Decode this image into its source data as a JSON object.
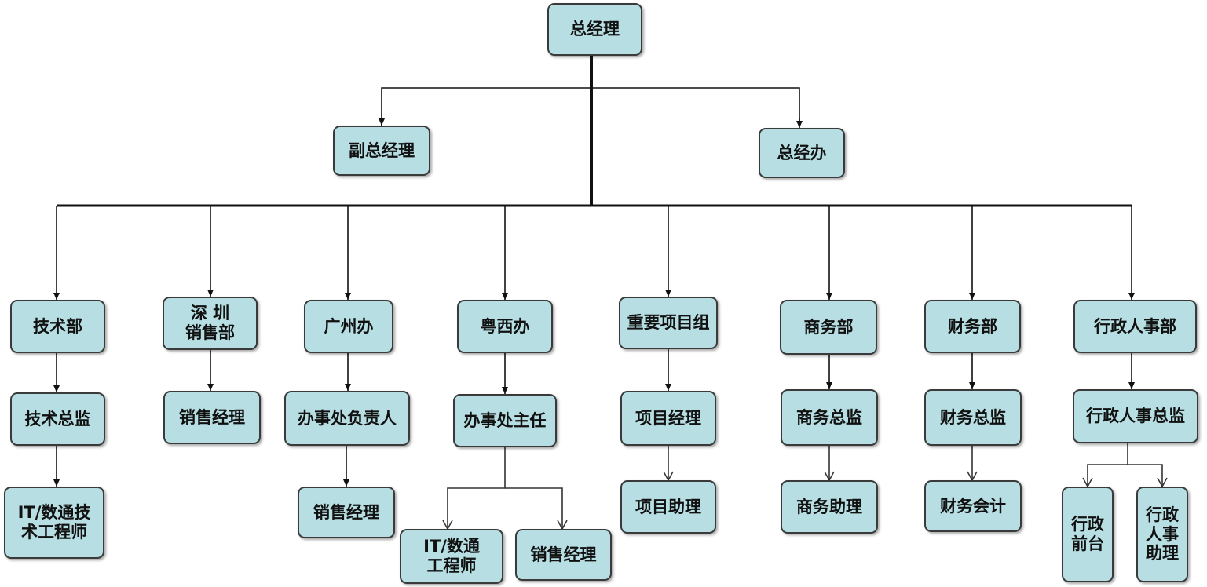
{
  "nodes": {
    "gm": "总经理",
    "deputy_gm": "副总经理",
    "gm_office": "总经办",
    "tech_dept": "技术部",
    "shenzhen_sales": "深  圳\n销售部",
    "guangzhou_office": "广州办",
    "yuexi_office": "粤西办",
    "key_project_group": "重要项目组",
    "business_dept": "商务部",
    "finance_dept": "财务部",
    "admin_hr_dept": "行政人事部",
    "tech_director": "技术总监",
    "sz_sales_manager": "销售经理",
    "gz_office_head": "办事处负责人",
    "yx_office_director": "办事处主任",
    "project_manager": "项目经理",
    "business_director": "商务总监",
    "finance_director": "财务总监",
    "admin_hr_director": "行政人事总监",
    "it_engineer": "IT/数通技\n术工程师",
    "gz_sales_manager": "销售经理",
    "yx_it_engineer": "IT/数通\n工程师",
    "yx_sales_manager": "销售经理",
    "project_assistant": "项目助理",
    "business_assistant": "商务助理",
    "accountant": "财务会计",
    "admin_reception": "行政\n前台",
    "admin_hr_assistant": "行政\n人事\n助理"
  }
}
